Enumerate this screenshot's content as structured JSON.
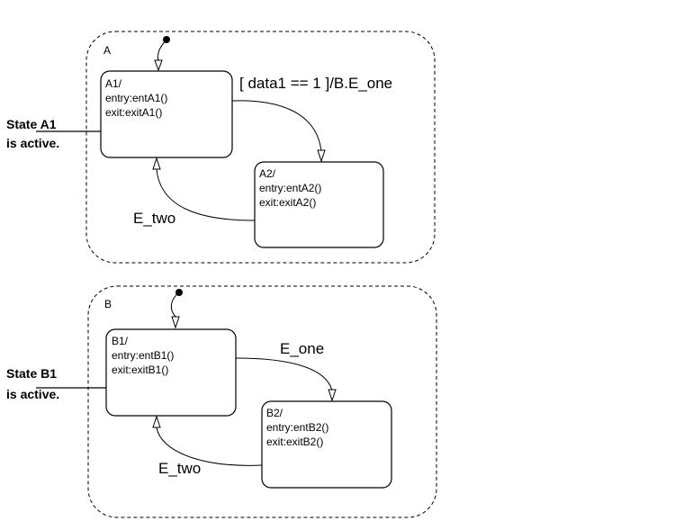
{
  "superstates": {
    "a": {
      "name": "A"
    },
    "b": {
      "name": "B"
    }
  },
  "states": {
    "a1": {
      "name": "A1/",
      "entry": "entry:entA1()",
      "exit": "exit:exitA1()"
    },
    "a2": {
      "name": "A2/",
      "entry": "entry:entA2()",
      "exit": "exit:exitA2()"
    },
    "b1": {
      "name": "B1/",
      "entry": "entry:entB1()",
      "exit": "exit:exitB1()"
    },
    "b2": {
      "name": "B2/",
      "entry": "entry:entB2()",
      "exit": "exit:exitB2()"
    }
  },
  "transitions": {
    "a1_to_a2": "[ data1 == 1 ]/B.E_one",
    "a2_to_a1": "E_two",
    "b1_to_b2": "E_one",
    "b2_to_b1": "E_two"
  },
  "annotations": {
    "a1_active": {
      "line1": "State A1",
      "line2": "is active."
    },
    "b1_active": {
      "line1": "State B1",
      "line2": "is active."
    }
  }
}
